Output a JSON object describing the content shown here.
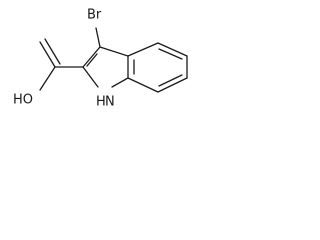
{
  "molecule": {
    "atoms": {
      "bromine": "Br",
      "hydroxyl": "HO",
      "amine": "H",
      "nitrogen": "N"
    }
  }
}
